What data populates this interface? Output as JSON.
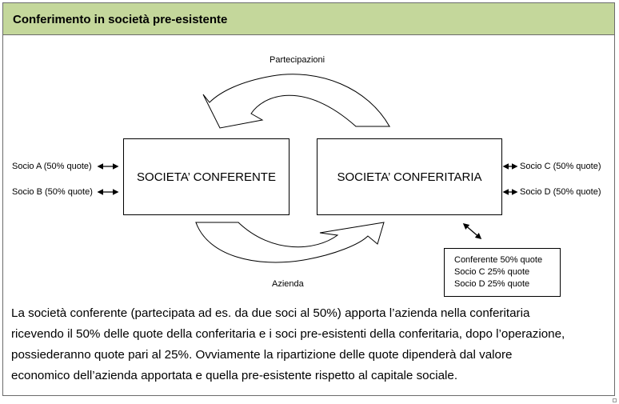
{
  "header": {
    "title": "Conferimento in società pre-esistente"
  },
  "diagram": {
    "top_label": "Partecipazioni",
    "bottom_label": "Azienda",
    "left_box": "SOCIETA’ CONFERENTE",
    "right_box": "SOCIETA’ CONFERITARIA",
    "left_partners": [
      "Socio A (50% quote)",
      "Socio B (50% quote)"
    ],
    "right_partners": [
      "Socio C (50% quote)",
      "Socio D (50% quote)"
    ],
    "result_box": [
      "Conferente 50% quote",
      "Socio C 25% quote",
      "Socio D 25% quote"
    ],
    "colors": {
      "arrow_fill": "#c8c8c8",
      "header_bg": "#c4d79b"
    }
  },
  "description": [
    "La società conferente (partecipata ad es. da due soci al 50%) apporta l’azienda nella conferitaria",
    "ricevendo il 50% delle quote della conferitaria e i soci pre-esistenti della conferitaria, dopo l’operazione,",
    "possiederanno quote pari al 25%. Ovviamente la ripartizione delle quote dipenderà dal valore",
    "economico dell’azienda apportata e quella pre-esistente rispetto al capitale sociale."
  ]
}
